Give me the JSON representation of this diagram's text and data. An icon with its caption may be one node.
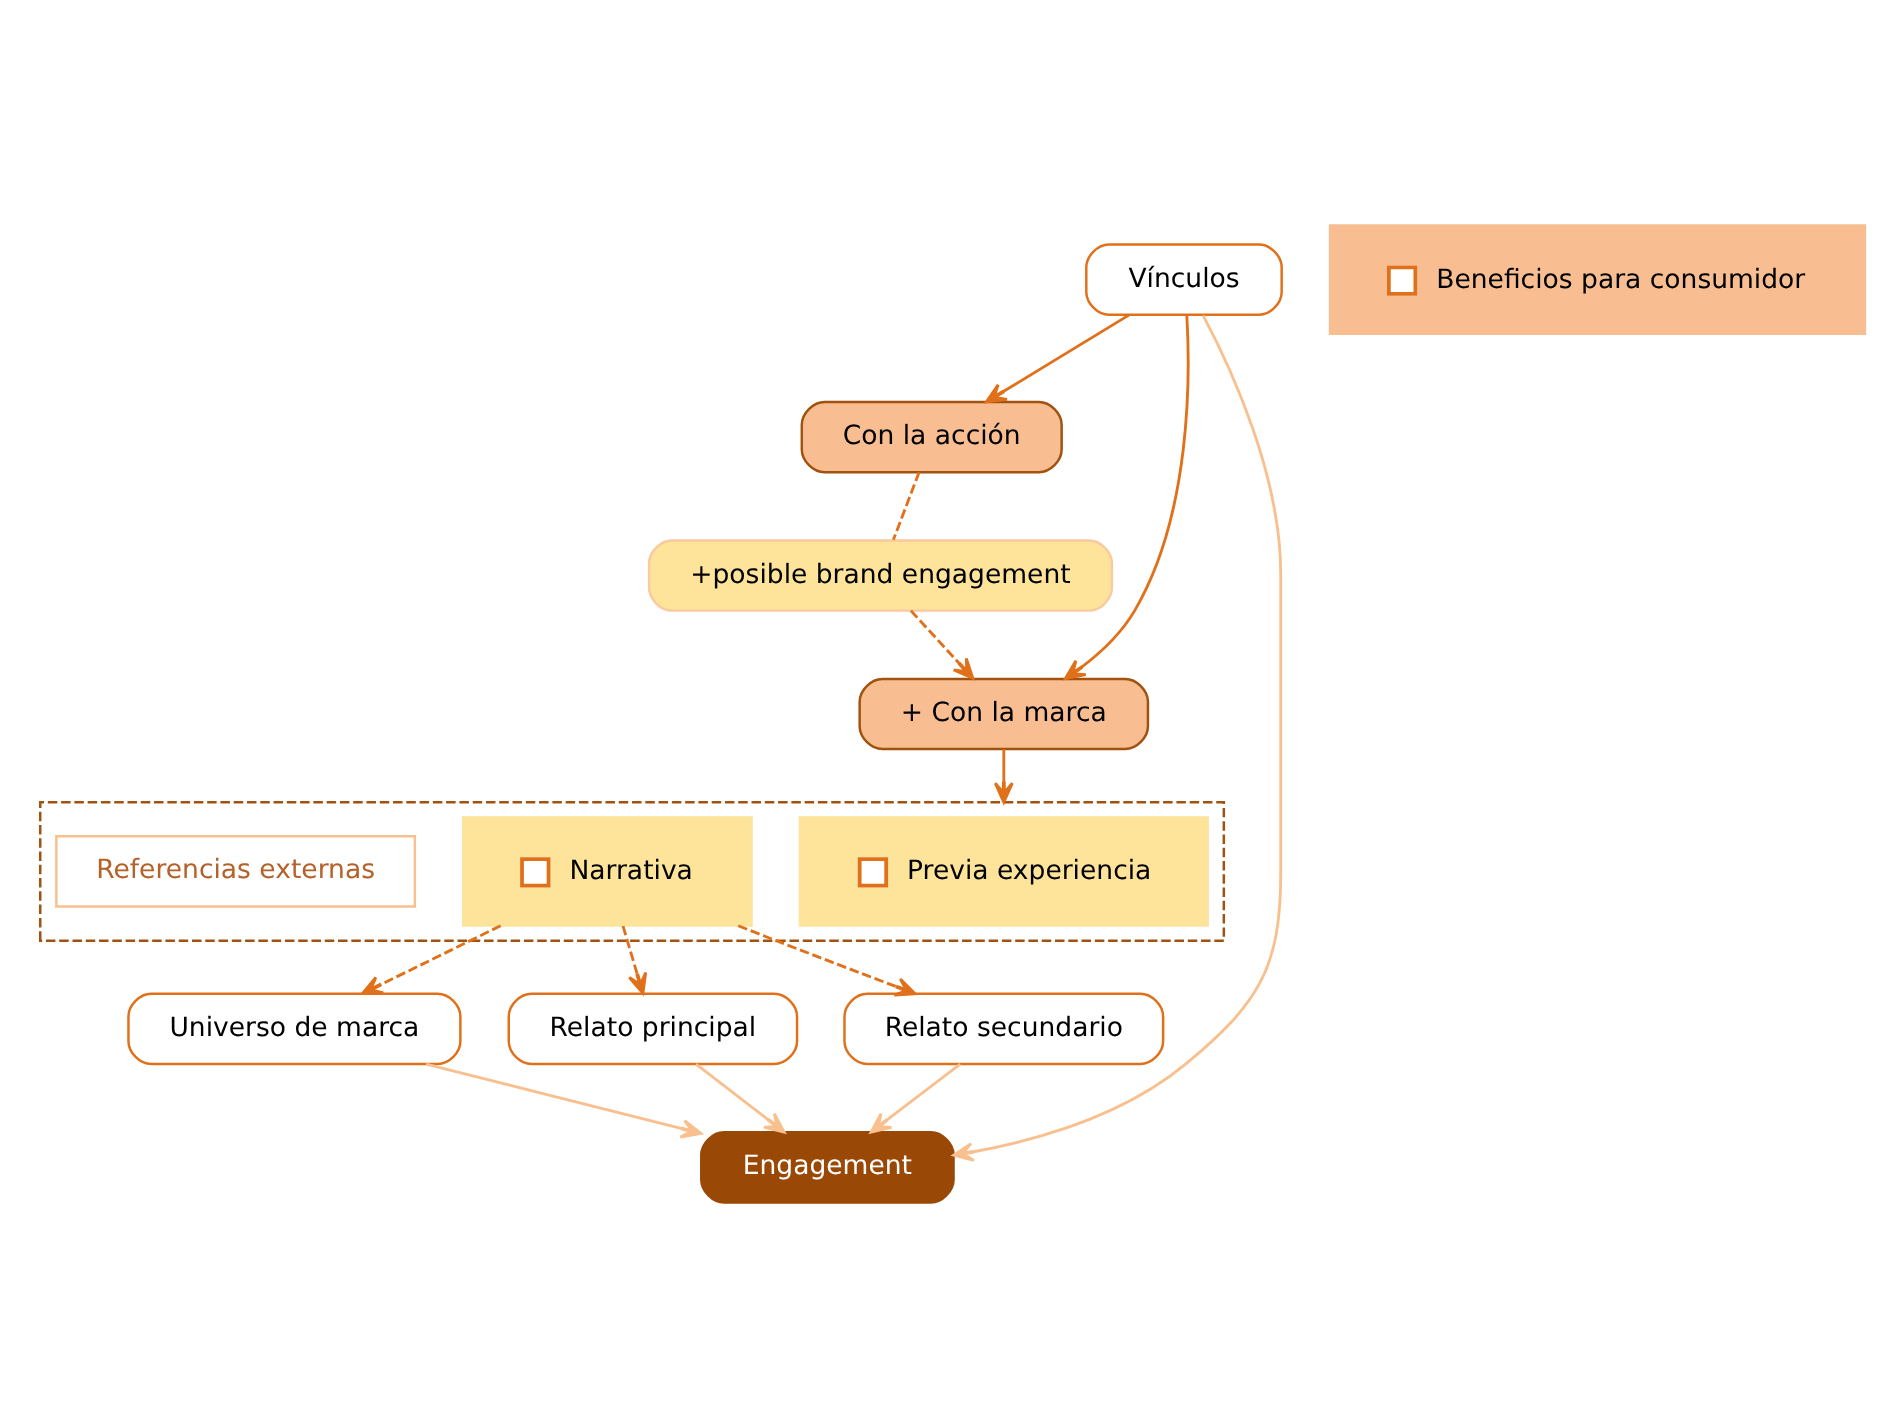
{
  "diagram": {
    "nodes": [
      {
        "text": [
          "Vínculos"
        ]
      },
      {
        "text": [
          "Con la acción"
        ]
      },
      {
        "text": [
          "+posible brand engagement"
        ]
      },
      {
        "text": [
          "+ Con la marca"
        ]
      },
      {
        "text": [],
        "shape": "box"
      },
      {
        "text": [
          "Previa experiencia"
        ],
        "in": 4
      },
      {
        "text": [
          "Narrativa"
        ],
        "in": 4
      },
      {
        "text": [
          "Referencias externas"
        ],
        "in": 4
      },
      {
        "text": [
          "Universo de marca"
        ]
      },
      {
        "text": [
          "Relato principal"
        ]
      },
      {
        "text": [
          "Relato secundario"
        ]
      },
      {
        "text": [
          "Engagement"
        ]
      },
      {
        "text": [
          "Beneficios para consumidor"
        ]
      }
    ],
    "edges": [
      {
        "from": 0,
        "to": 1,
        "arrow": "to"
      },
      {
        "from": 0,
        "to": 3,
        "arrow": "to"
      },
      {
        "from": 1,
        "to": 2,
        "arrow": "none",
        "style": "dashed"
      },
      {
        "from": 2,
        "to": 3,
        "arrow": "to",
        "style": "dashed"
      },
      {
        "from": 3,
        "to": 4,
        "arrow": "to"
      },
      {
        "from": 6,
        "to": 8,
        "arrow": "to",
        "style": "dashed"
      },
      {
        "from": 6,
        "to": 9,
        "arrow": "to",
        "style": "dashed"
      },
      {
        "from": 6,
        "to": 10,
        "arrow": "to",
        "style": "dashed"
      },
      {
        "from": 0,
        "to": 11,
        "arrow": "to",
        "color": "#f9c08f"
      },
      {
        "from": 8,
        "to": 11,
        "arrow": "to",
        "color": "#f9c08f"
      },
      {
        "from": 9,
        "to": 11,
        "arrow": "to",
        "color": "#f9c08f"
      },
      {
        "from": 10,
        "to": 11,
        "arrow": "to",
        "color": "#f9c08f"
      }
    ]
  }
}
